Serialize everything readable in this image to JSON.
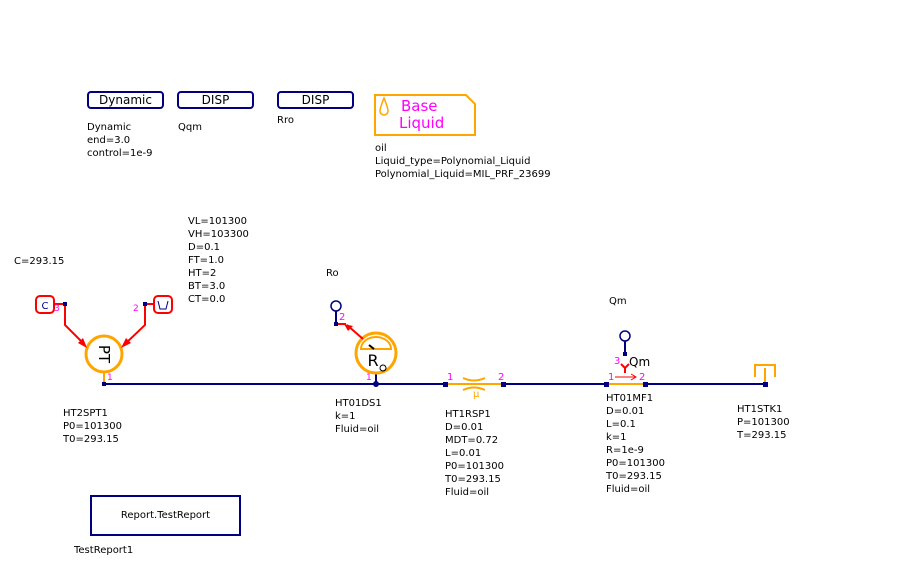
{
  "blocks": {
    "dynamic": {
      "label": "Dynamic",
      "params": [
        "Dynamic",
        "end=3.0",
        "control=1e-9"
      ]
    },
    "disp_qm": {
      "label": "DISP",
      "name": "Qqm"
    },
    "disp_ro": {
      "label": "DISP",
      "name": "Rro"
    },
    "base_liquid": {
      "label_line1": "Base",
      "label_line2": "Liquid",
      "params": [
        "oil",
        "Liquid_type=Polynomial_Liquid",
        "Polynomial_Liquid=MIL_PRF_23699"
      ]
    }
  },
  "components": {
    "pt": {
      "symbol": "PT",
      "params": [
        "HT2SPT1",
        "P0=101300",
        "T0=293.15"
      ],
      "port1": "1",
      "port2": "2",
      "port3": "3",
      "c_label": "C",
      "c_value": "C=293.15",
      "v_label": "V",
      "v_params": [
        "VL=101300",
        "VH=103300",
        "D=0.1",
        "FT=1.0",
        "HT=2",
        "BT=3.0",
        "CT=0.0"
      ]
    },
    "ds": {
      "symbol": "R",
      "symbol_sub": "o",
      "sensor_name": "Ro",
      "port1": "1",
      "port2": "2",
      "params": [
        "HT01DS1",
        "k=1",
        "Fluid=oil"
      ]
    },
    "rsp": {
      "symbol": "μ",
      "port1": "1",
      "port2": "2",
      "params": [
        "HT1RSP1",
        "D=0.01",
        "MDT=0.72",
        "L=0.01",
        "P0=101300",
        "T0=293.15",
        "Fluid=oil"
      ]
    },
    "mf": {
      "label": "Qm",
      "sensor_name": "Qm",
      "port1": "1",
      "port2": "2",
      "port3": "3",
      "params": [
        "HT01MF1",
        "D=0.01",
        "L=0.1",
        "k=1",
        "R=1e-9",
        "P0=101300",
        "T0=293.15",
        "Fluid=oil"
      ]
    },
    "stk": {
      "params": [
        "HT1STK1",
        "P=101300",
        "T=293.15"
      ]
    }
  },
  "report": {
    "label": "Report.TestReport",
    "name": "TestReport1"
  },
  "colors": {
    "wire": "#000080",
    "fluid": "#ffa500",
    "signal": "#ff0000",
    "port_label": "#ff00ff"
  }
}
